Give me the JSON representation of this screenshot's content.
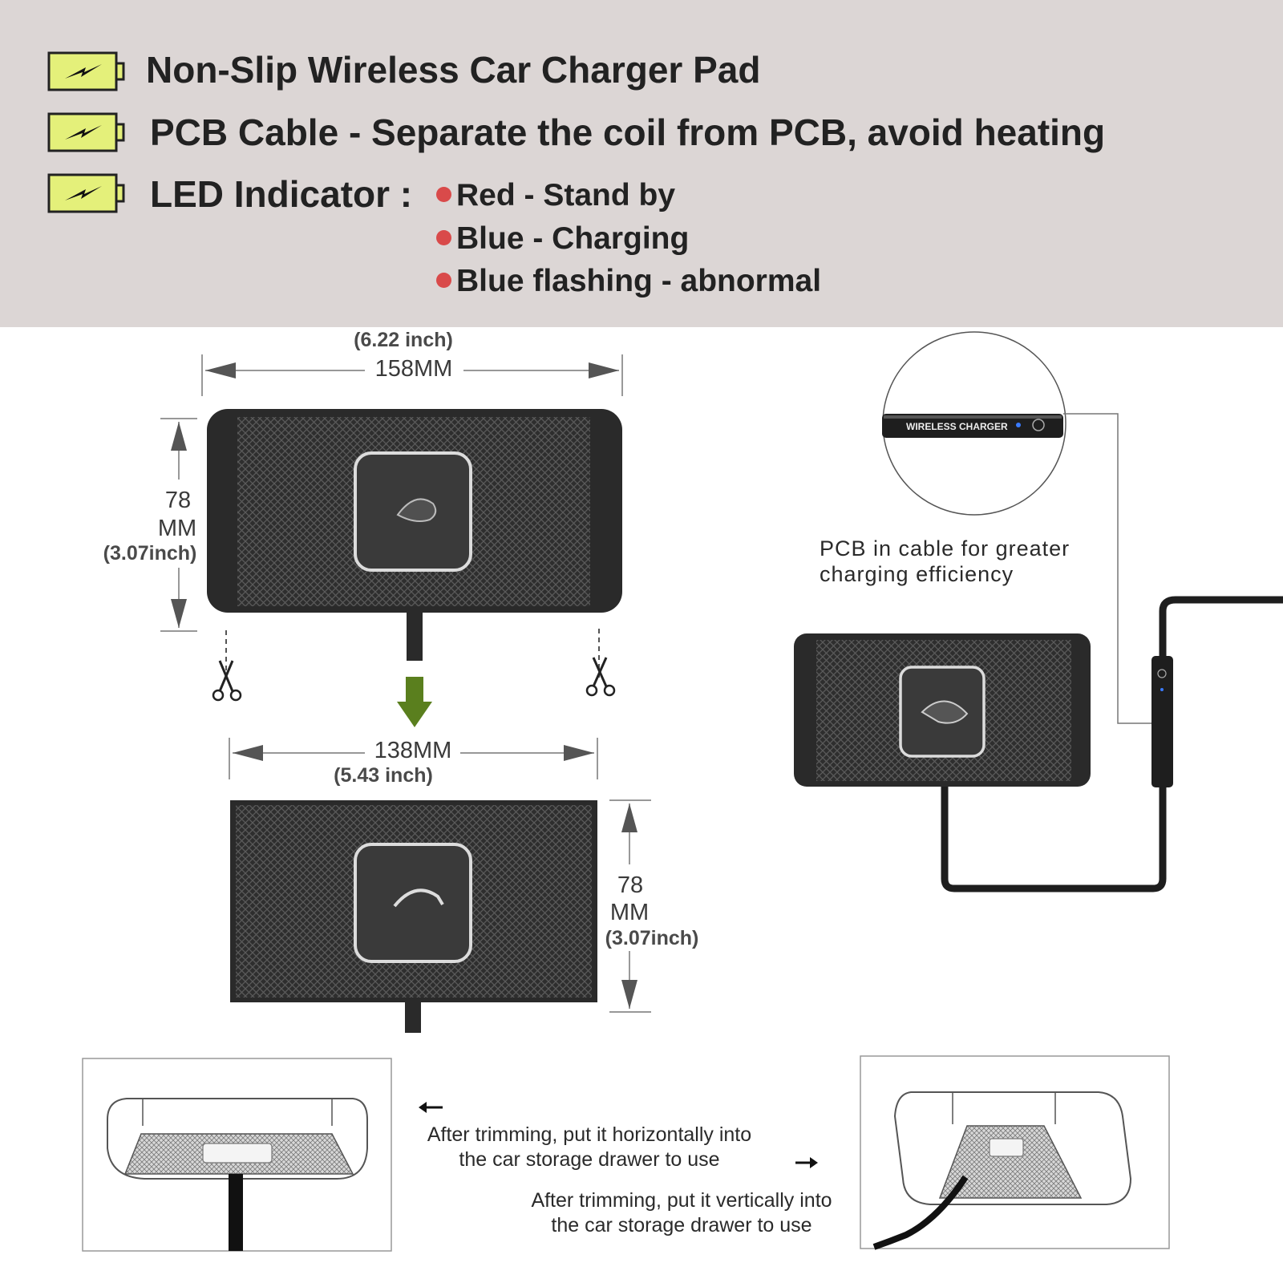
{
  "features": [
    {
      "icon": "battery-bolt-icon",
      "text": "Non-Slip Wireless Car Charger Pad"
    },
    {
      "icon": "battery-bolt-icon",
      "text": "PCB Cable - Separate the coil from PCB, avoid heating"
    },
    {
      "icon": "battery-bolt-icon",
      "text": "LED Indicator :"
    }
  ],
  "led_states": [
    {
      "text": "Red - Stand by"
    },
    {
      "text": "Blue -  Charging"
    },
    {
      "text": "Blue flashing - abnormal"
    }
  ],
  "colors": {
    "header_bg": "#dcd6d5",
    "battery_fill": "#e4f07a",
    "led_dot": "#d94a4a",
    "arrow_green": "#5a7f1e"
  },
  "original": {
    "width_inch": "(6.22 inch)",
    "width_mm": "158MM",
    "height_num": "78",
    "height_unit": "MM",
    "height_inch": "(3.07inch)"
  },
  "trimmed": {
    "width_mm": "138MM",
    "width_inch": "(5.43 inch)",
    "height_num": "78",
    "height_unit": "MM",
    "height_inch": "(3.07inch)"
  },
  "pcb": {
    "module_label": "WIRELESS CHARGER",
    "caption_line1": "PCB in cable for greater",
    "caption_line2": "charging efficiency"
  },
  "usage": {
    "horizontal_line1": "After trimming, put it horizontally into",
    "horizontal_line2": "the car storage drawer to use",
    "vertical_line1": "After trimming, put it vertically into",
    "vertical_line2": "the car storage drawer to use"
  }
}
